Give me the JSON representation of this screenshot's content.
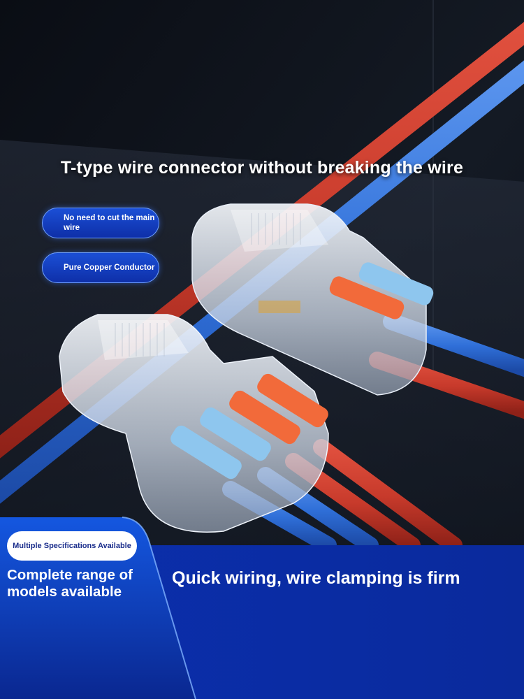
{
  "headline": "T-type wire connector without breaking the wire",
  "features": [
    {
      "label": "No need to cut the main wire"
    },
    {
      "label": "Pure Copper Conductor"
    }
  ],
  "spec_badge": "Multiple Specifications Available",
  "left_caption": "Complete range of models available",
  "right_caption": "Quick wiring, wire clamping is firm",
  "colors": {
    "background": "#0b0f17",
    "wire_red": "#c73a2b",
    "wire_blue": "#2f6fd8",
    "lever_orange": "#f26a3a",
    "lever_blue": "#8ec6ee",
    "banner_blue": "#0a2a9c"
  }
}
